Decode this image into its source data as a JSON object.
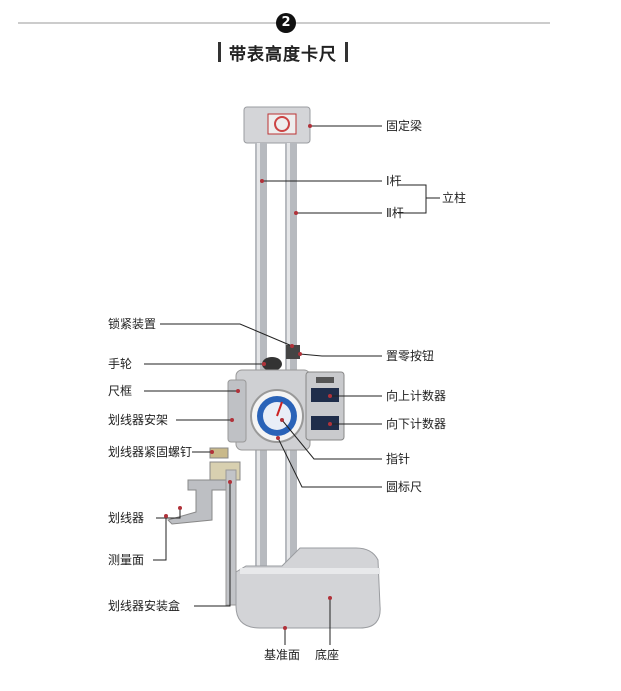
{
  "header": {
    "step_number": "2",
    "title": "带表高度卡尺"
  },
  "labels_right": [
    {
      "id": "fixed-beam",
      "text": "固定梁"
    },
    {
      "id": "post-1",
      "text": "I杆"
    },
    {
      "id": "post-2",
      "text": "Ⅱ杆"
    },
    {
      "id": "zero-pin",
      "text": "置零按钮"
    },
    {
      "id": "up-counter",
      "text": "向上计数器"
    },
    {
      "id": "down-counter",
      "text": "向下计数器"
    },
    {
      "id": "pointer",
      "text": "指针"
    },
    {
      "id": "dial",
      "text": "圆标尺"
    },
    {
      "id": "base-surface",
      "text": "基准面"
    },
    {
      "id": "base",
      "text": "底座"
    }
  ],
  "group_label": "立柱",
  "labels_left": [
    {
      "id": "lock-device",
      "text": "锁紧装置"
    },
    {
      "id": "handwheel",
      "text": "手轮"
    },
    {
      "id": "frame",
      "text": "尺框"
    },
    {
      "id": "scriber-mount",
      "text": "划线器安架"
    },
    {
      "id": "scriber-screw",
      "text": "划线器紧固螺钉"
    },
    {
      "id": "scriber",
      "text": "划线器"
    },
    {
      "id": "measure-face",
      "text": "测量面"
    },
    {
      "id": "scriber-box",
      "text": "划线器安装盒"
    }
  ],
  "colors": {
    "leader": "#b0323a",
    "body_gray": "#c8c9cc",
    "rod": "#a9acb1",
    "dial_blue": "#2a63b8",
    "counter_dark": "#1f2d4a"
  }
}
